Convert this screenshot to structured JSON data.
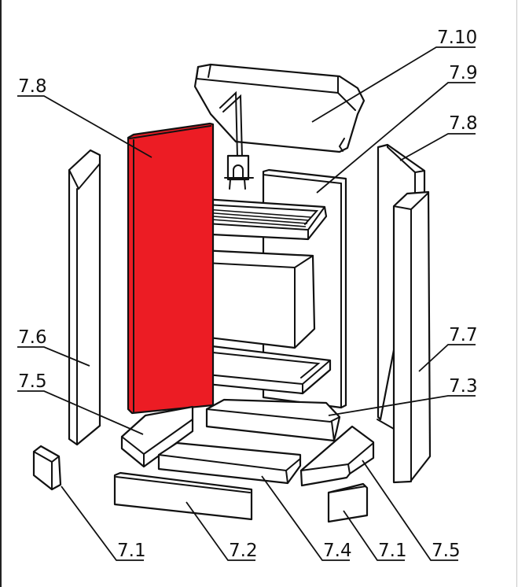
{
  "title": "Exploded view of stove firebrick / vermiculite lining parts",
  "highlight_color": "#ec1c24",
  "highlighted_part": "7.8",
  "labels": [
    {
      "id": "label-7-10",
      "text": "7.10",
      "part": "top baffle plate"
    },
    {
      "id": "label-7-9",
      "text": "7.9",
      "part": "rear wall plate"
    },
    {
      "id": "label-7-8-left",
      "text": "7.8",
      "part": "left side plate (highlighted)"
    },
    {
      "id": "label-7-8-right",
      "text": "7.8",
      "part": "right side plate"
    },
    {
      "id": "label-7-6",
      "text": "7.6",
      "part": "left front upright"
    },
    {
      "id": "label-7-7",
      "text": "7.7",
      "part": "right front upright"
    },
    {
      "id": "label-7-5-left",
      "text": "7.5",
      "part": "left angled floor brick"
    },
    {
      "id": "label-7-3",
      "text": "7.3",
      "part": "rear floor brick"
    },
    {
      "id": "label-7-1-left",
      "text": "7.1",
      "part": "left small block"
    },
    {
      "id": "label-7-2",
      "text": "7.2",
      "part": "front floor brick"
    },
    {
      "id": "label-7-4",
      "text": "7.4",
      "part": "middle floor brick"
    },
    {
      "id": "label-7-1-right",
      "text": "7.1",
      "part": "right small block"
    },
    {
      "id": "label-7-5-right",
      "text": "7.5",
      "part": "right angled floor brick"
    }
  ]
}
